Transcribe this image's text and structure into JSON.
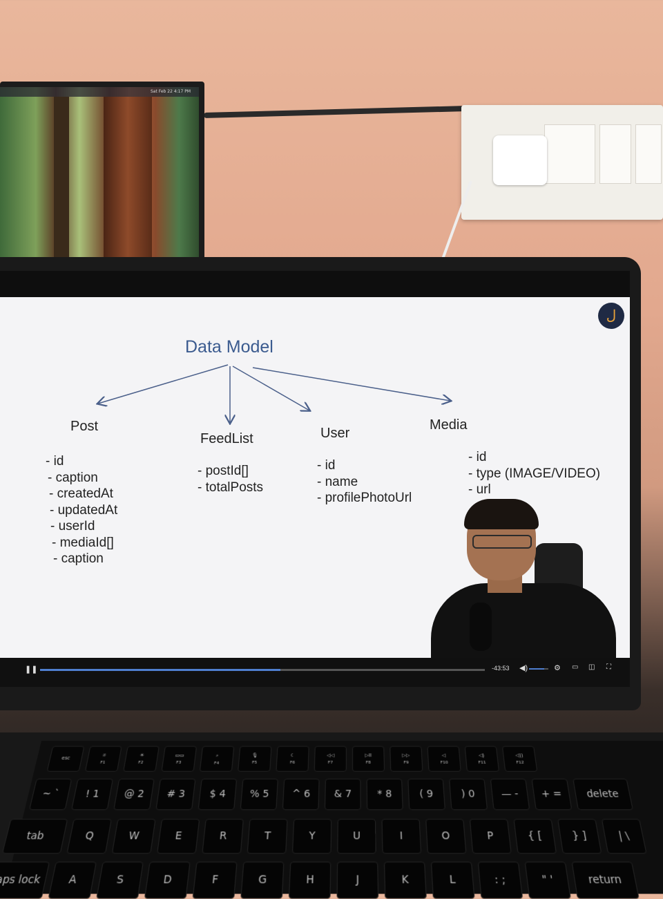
{
  "background_monitor": {
    "menubar_text": "Sat Feb 22  4:17 PM"
  },
  "slide": {
    "title": "Data Model",
    "entities": [
      {
        "name": "Post",
        "fields": [
          "- id",
          "- caption",
          "- createdAt",
          "- updatedAt",
          "- userId",
          "- mediaId[]",
          "- caption"
        ]
      },
      {
        "name": "FeedList",
        "fields": [
          "- postId[]",
          "- totalPosts"
        ]
      },
      {
        "name": "User",
        "fields": [
          "- id",
          "- name",
          "- profilePhotoUrl"
        ]
      },
      {
        "name": "Media",
        "fields": [
          "- id",
          "- type (IMAGE/VIDEO)",
          "- url"
        ]
      }
    ]
  },
  "player": {
    "play_pause_icon": "pause-icon",
    "time_remaining": "-43:53",
    "progress_fraction": 0.54,
    "volume_fraction": 0.8,
    "accent": "#4f7fd0"
  },
  "keyboard": {
    "row_fn": [
      {
        "label": "esc",
        "sub": ""
      },
      {
        "label": "☼",
        "sub": "F1"
      },
      {
        "label": "☀",
        "sub": "F2"
      },
      {
        "label": "▭▭",
        "sub": "F3"
      },
      {
        "label": "⌕",
        "sub": "F4"
      },
      {
        "label": "🎙",
        "sub": "F5"
      },
      {
        "label": "☾",
        "sub": "F6"
      },
      {
        "label": "◁◁",
        "sub": "F7"
      },
      {
        "label": "▷II",
        "sub": "F8"
      },
      {
        "label": "▷▷",
        "sub": "F9"
      },
      {
        "label": "◁",
        "sub": "F10"
      },
      {
        "label": "◁)",
        "sub": "F11"
      },
      {
        "label": "◁))",
        "sub": "F12"
      }
    ],
    "row_num": [
      "~ `",
      "! 1",
      "@ 2",
      "# 3",
      "$ 4",
      "% 5",
      "^ 6",
      "& 7",
      "* 8",
      "( 9",
      ") 0",
      "— -",
      "+ =",
      "delete"
    ],
    "row_q": [
      "tab",
      "Q",
      "W",
      "E",
      "R",
      "T",
      "Y",
      "U",
      "I",
      "O",
      "P",
      "{ [",
      "} ]",
      "| \\"
    ],
    "row_a": [
      "caps lock",
      "A",
      "S",
      "D",
      "F",
      "G",
      "H",
      "J",
      "K",
      "L",
      ": ;",
      "\" '",
      "return"
    ]
  }
}
